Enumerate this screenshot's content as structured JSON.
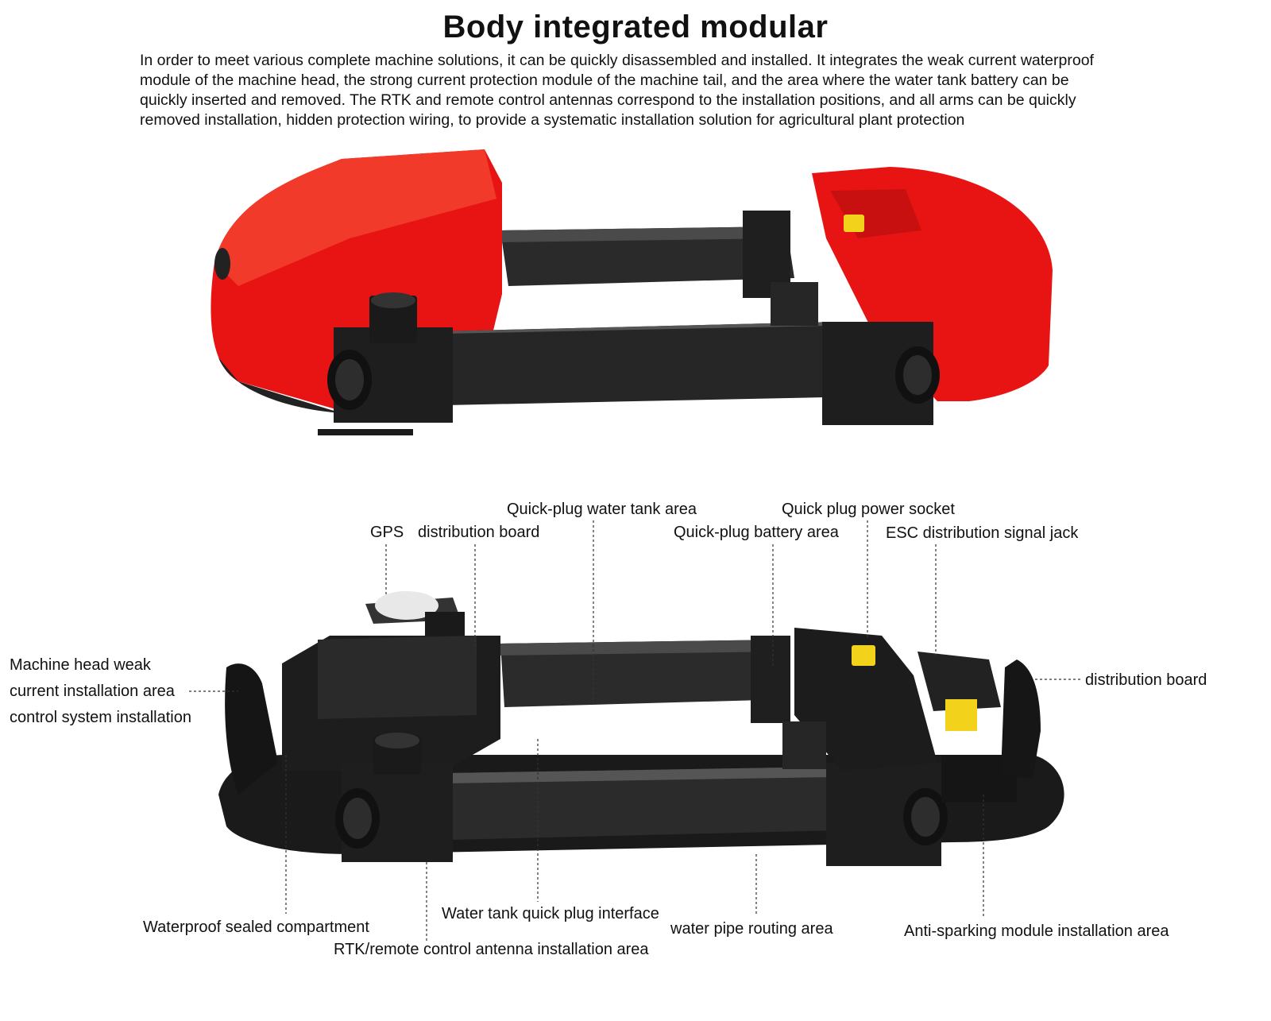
{
  "title": "Body integrated modular",
  "description": [
    "In order to meet various complete machine solutions, it can be quickly disassembled and installed. It integrates the weak current waterproof",
    "module of the machine head, the strong current protection module of the machine tail, and the area where the water tank battery can be",
    "quickly inserted and removed. The RTK and remote control antennas correspond to the installation positions, and all arms can be quickly",
    "removed installation, hidden protection wiring, to provide a systematic installation solution for agricultural plant protection"
  ],
  "labels": {
    "gps": "GPS",
    "distribution_board_top": "distribution board",
    "water_tank_area": "Quick-plug water tank area",
    "battery_area": "Quick-plug battery area",
    "power_socket": "Quick plug power socket",
    "esc_jack": "ESC distribution signal jack",
    "machine_head_1": "Machine head weak",
    "machine_head_2": "current installation area",
    "machine_head_3": "control system installation",
    "distribution_board_right": "distribution board",
    "waterproof_compartment": "Waterproof sealed compartment",
    "water_tank_interface": "Water tank quick plug interface",
    "rtk_antenna": "RTK/remote control antenna installation area",
    "water_pipe": "water pipe routing area",
    "anti_sparking": "Anti-sparking module installation area"
  },
  "colors": {
    "shell_red": "#e81414",
    "frame_dark": "#2b2b2b",
    "frame_black": "#1a1a1a",
    "connector_yellow": "#f2d21b"
  }
}
